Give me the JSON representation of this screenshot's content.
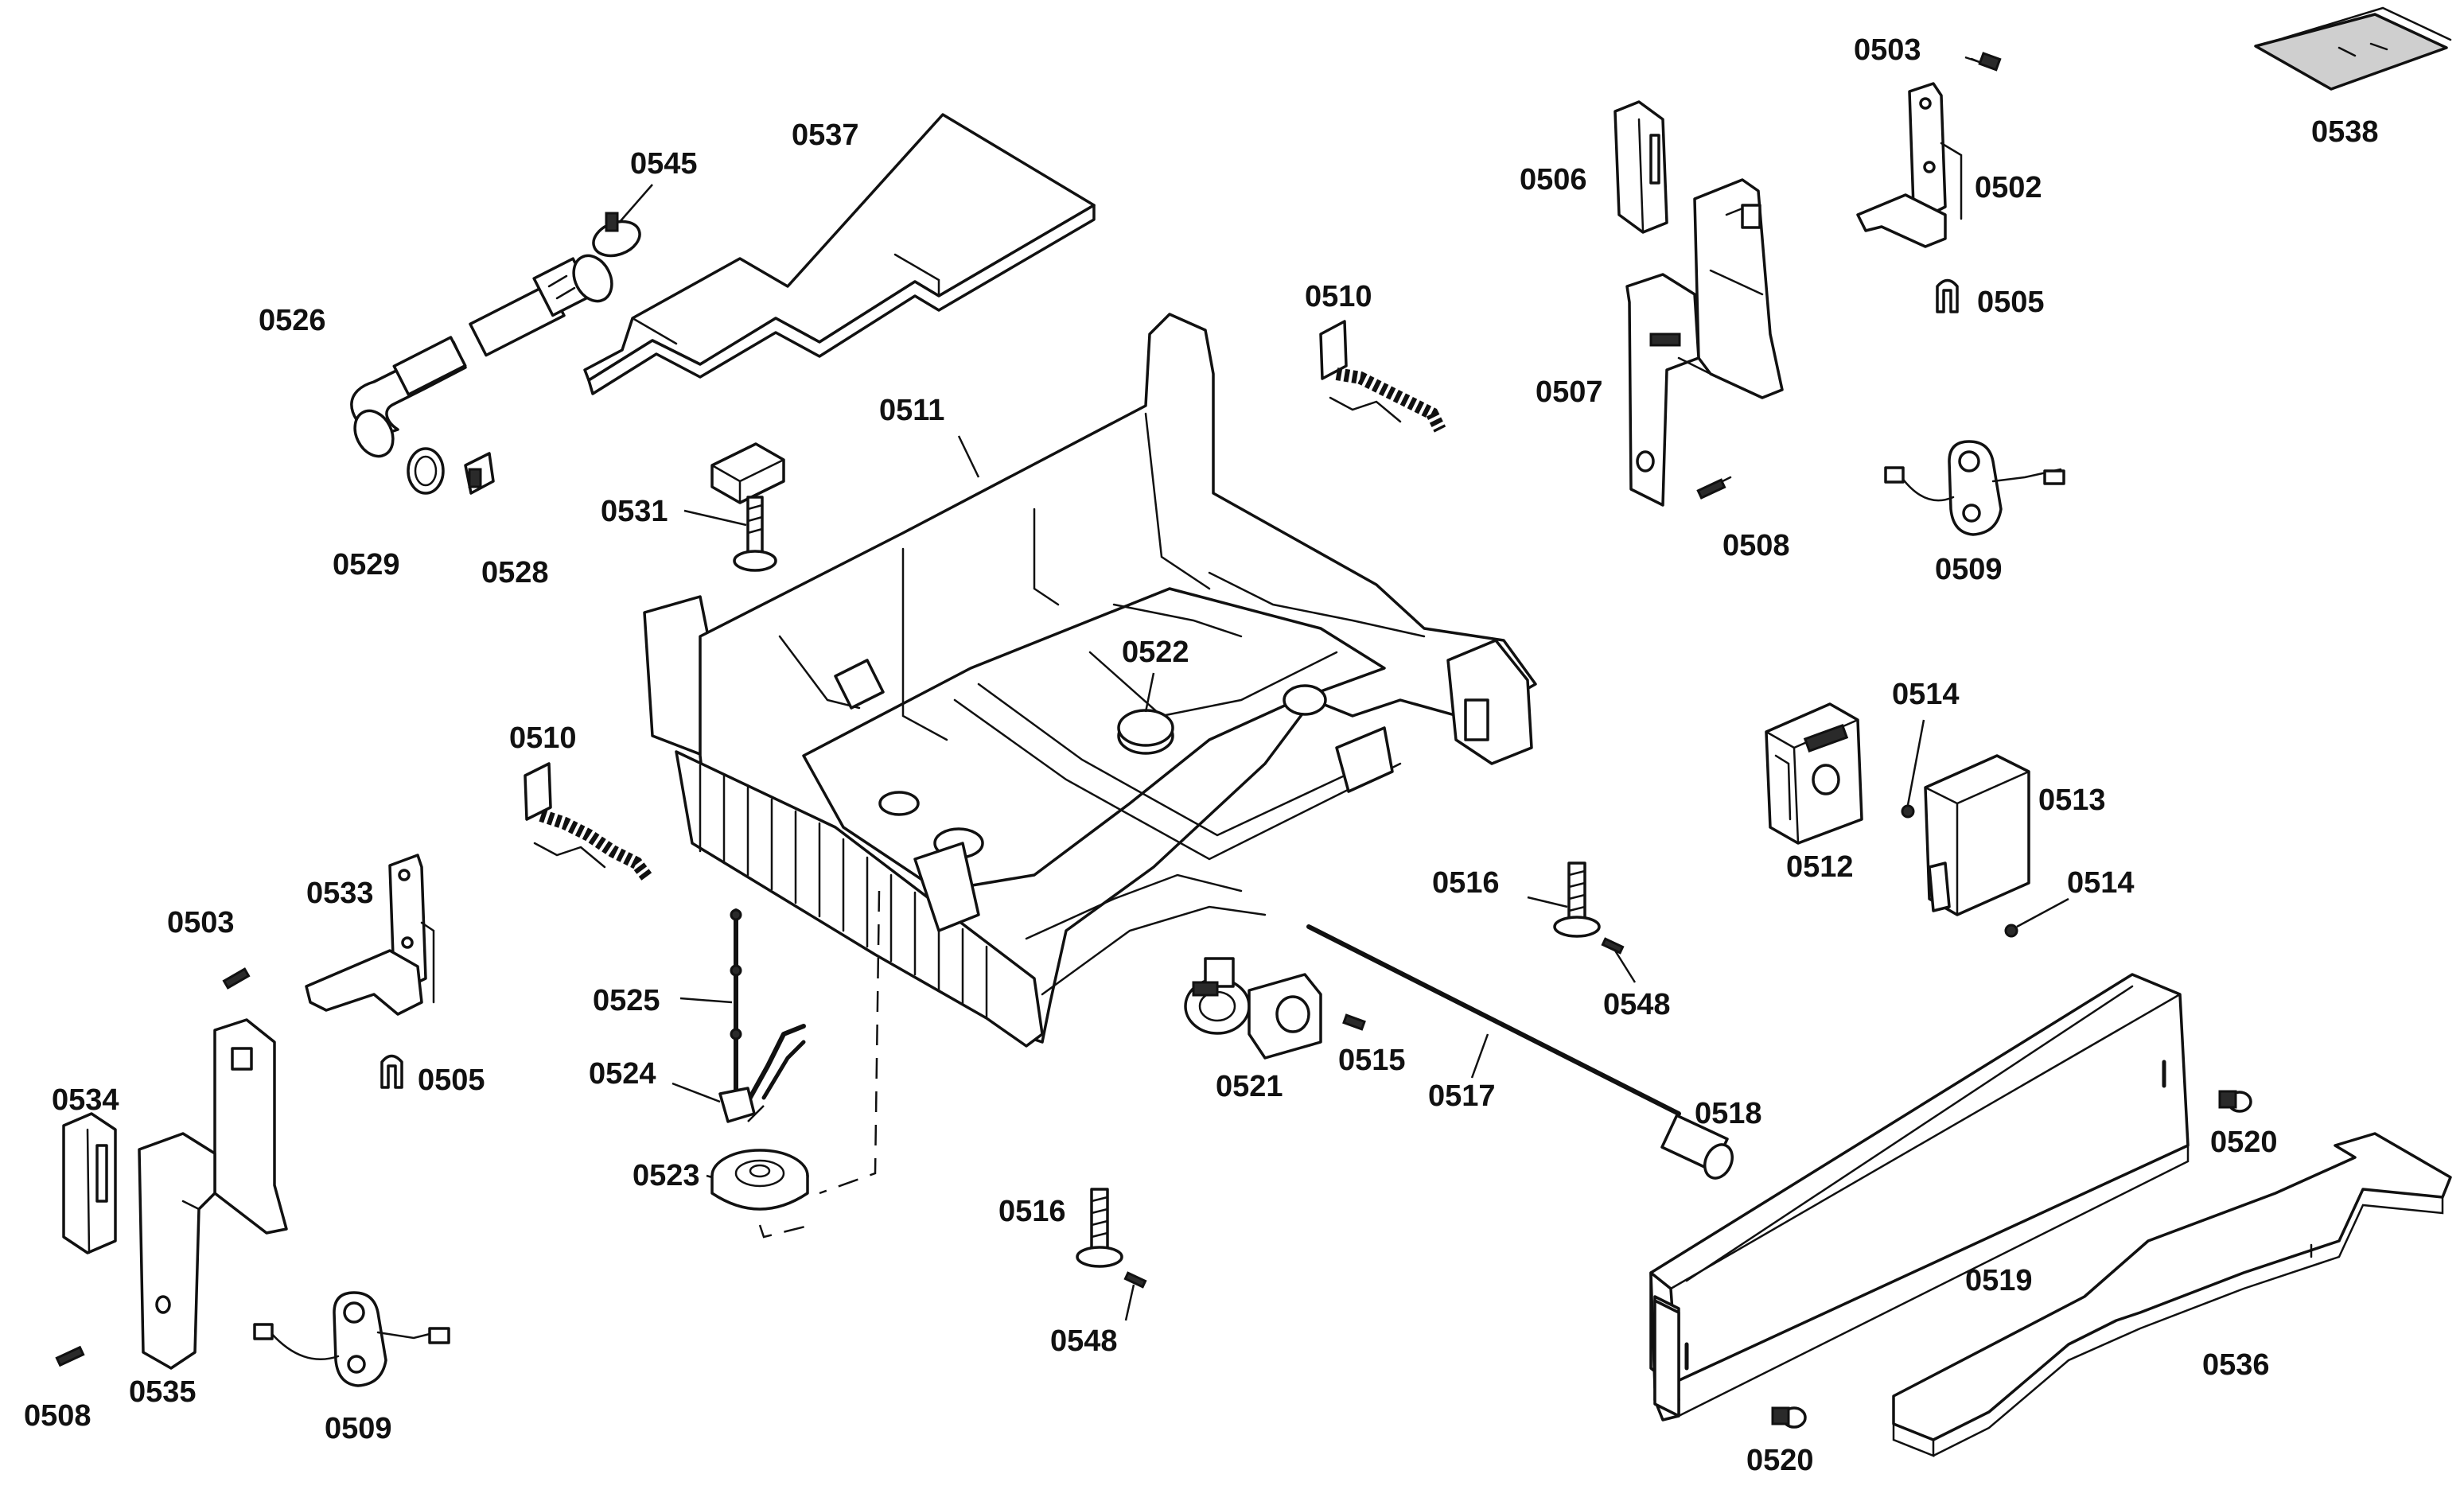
{
  "callouts": [
    {
      "id": "c0503a",
      "label": "0503"
    },
    {
      "id": "c0538",
      "label": "0538"
    },
    {
      "id": "c0545",
      "label": "0545"
    },
    {
      "id": "c0537",
      "label": "0537"
    },
    {
      "id": "c0506",
      "label": "0506"
    },
    {
      "id": "c0502",
      "label": "0502"
    },
    {
      "id": "c0505a",
      "label": "0505"
    },
    {
      "id": "c0526",
      "label": "0526"
    },
    {
      "id": "c0510a",
      "label": "0510"
    },
    {
      "id": "c0507",
      "label": "0507"
    },
    {
      "id": "c0511",
      "label": "0511"
    },
    {
      "id": "c0531",
      "label": "0531"
    },
    {
      "id": "c0529",
      "label": "0529"
    },
    {
      "id": "c0528",
      "label": "0528"
    },
    {
      "id": "c0508a",
      "label": "0508"
    },
    {
      "id": "c0509a",
      "label": "0509"
    },
    {
      "id": "c0522",
      "label": "0522"
    },
    {
      "id": "c0514a",
      "label": "0514"
    },
    {
      "id": "c0510b",
      "label": "0510"
    },
    {
      "id": "c0513",
      "label": "0513"
    },
    {
      "id": "c0512",
      "label": "0512"
    },
    {
      "id": "c0516a",
      "label": "0516"
    },
    {
      "id": "c0514b",
      "label": "0514"
    },
    {
      "id": "c0533",
      "label": "0533"
    },
    {
      "id": "c0503b",
      "label": "0503"
    },
    {
      "id": "c0548a",
      "label": "0548"
    },
    {
      "id": "c0525",
      "label": "0525"
    },
    {
      "id": "c0505b",
      "label": "0505"
    },
    {
      "id": "c0521",
      "label": "0521"
    },
    {
      "id": "c0515",
      "label": "0515"
    },
    {
      "id": "c0524",
      "label": "0524"
    },
    {
      "id": "c0534",
      "label": "0534"
    },
    {
      "id": "c0517",
      "label": "0517"
    },
    {
      "id": "c0518",
      "label": "0518"
    },
    {
      "id": "c0520a",
      "label": "0520"
    },
    {
      "id": "c0523",
      "label": "0523"
    },
    {
      "id": "c0516b",
      "label": "0516"
    },
    {
      "id": "c0519",
      "label": "0519"
    },
    {
      "id": "c0548b",
      "label": "0548"
    },
    {
      "id": "c0536",
      "label": "0536"
    },
    {
      "id": "c0535",
      "label": "0535"
    },
    {
      "id": "c0508b",
      "label": "0508"
    },
    {
      "id": "c0509b",
      "label": "0509"
    },
    {
      "id": "c0520b",
      "label": "0520"
    }
  ]
}
